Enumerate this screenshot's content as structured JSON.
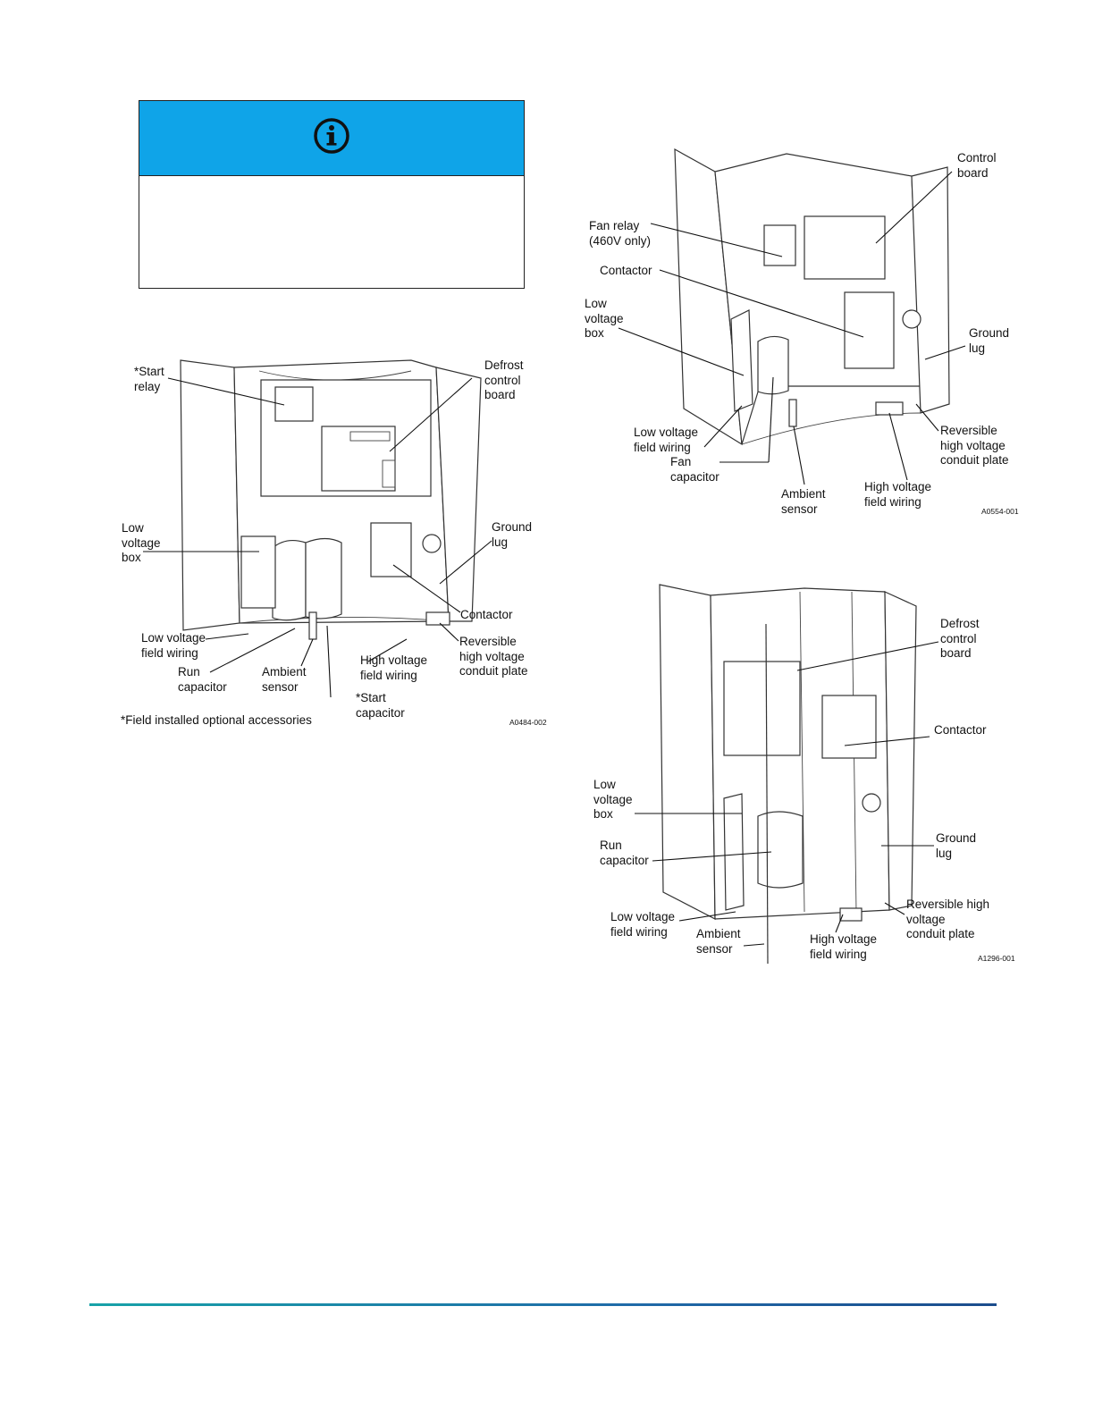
{
  "note": {
    "icon": "info-icon",
    "header_color": "#0fa4e8"
  },
  "figure1": {
    "labels": {
      "start_relay": "*Start\nrelay",
      "defrost_board": "Defrost\ncontrol\nboard",
      "low_voltage_box": "Low\nvoltage\nbox",
      "ground_lug": "Ground\nlug",
      "contactor": "Contactor",
      "low_voltage_field_wiring": "Low voltage\nfield wiring",
      "reversible_plate": "Reversible\nhigh voltage\nconduit plate",
      "run_capacitor": "Run\ncapacitor",
      "ambient_sensor": "Ambient\nsensor",
      "high_voltage_field_wiring": "High voltage\nfield wiring",
      "start_capacitor": "*Start\ncapacitor",
      "footnote": "*Field installed optional accessories",
      "code": "A0484-002"
    }
  },
  "figure2": {
    "labels": {
      "control_board": "Control\nboard",
      "fan_relay": "Fan relay\n(460V only)",
      "contactor": "Contactor",
      "low_voltage_box": "Low\nvoltage\nbox",
      "ground_lug": "Ground\nlug",
      "low_voltage_field_wiring": "Low voltage\nfield wiring",
      "fan_capacitor": "Fan\ncapacitor",
      "reversible_plate": "Reversible\nhigh voltage\nconduit plate",
      "ambient_sensor": "Ambient\nsensor",
      "high_voltage_field_wiring": "High voltage\nfield wiring",
      "code": "A0554-001"
    }
  },
  "figure3": {
    "labels": {
      "defrost_board": "Defrost\ncontrol\nboard",
      "contactor": "Contactor",
      "low_voltage_box": "Low\nvoltage\nbox",
      "run_capacitor": "Run\ncapacitor",
      "ground_lug": "Ground\nlug",
      "reversible_plate": "Reversible high\nvoltage\nconduit plate",
      "low_voltage_field_wiring": "Low voltage\nfield wiring",
      "ambient_sensor": "Ambient\nsensor",
      "high_voltage_field_wiring": "High voltage\nfield wiring",
      "code": "A1296-001"
    }
  }
}
